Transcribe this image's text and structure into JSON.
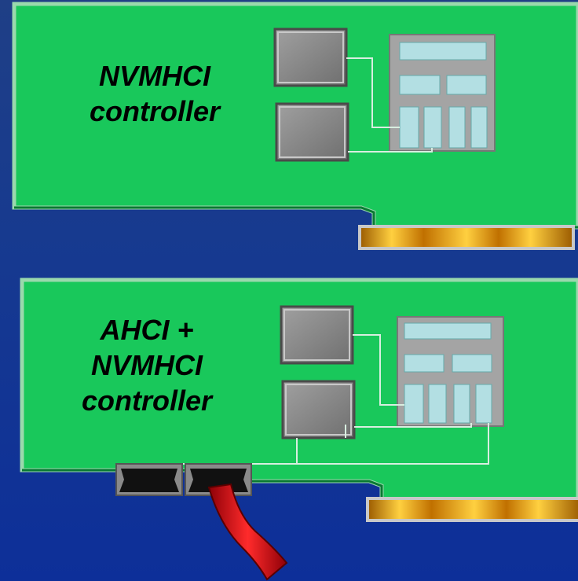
{
  "cards": [
    {
      "id": "nvmhci",
      "label_lines": [
        "NVMHCI",
        "controller"
      ]
    },
    {
      "id": "ahci-nvmhci",
      "label_lines": [
        "AHCI +",
        "NVMHCI",
        "controller"
      ]
    }
  ],
  "colors": {
    "background_top": "#1f3f86",
    "background_bottom": "#0d2f99",
    "board_green": "#19c85b",
    "board_edge": "#9fd8b0",
    "chip_gray": "#808080",
    "memory_module": "#b3dfe3",
    "memory_frame": "#a4a4a4",
    "gold_contact": "#e8a010",
    "cable_red": "#e8161c",
    "connector_black": "#111111"
  }
}
